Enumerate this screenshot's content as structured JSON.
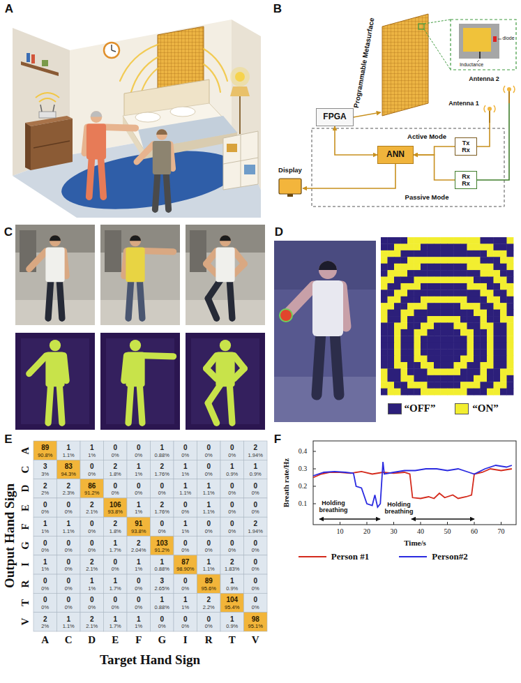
{
  "diagram": {
    "nodes": [
      {
        "text": [
          "FPGA"
        ]
      },
      {
        "text": [
          "ANN"
        ]
      },
      {
        "text": [
          "Tx",
          "Rx"
        ]
      },
      {
        "text": [
          "Rx",
          "Rx"
        ]
      }
    ],
    "edges": [
      {
        "from": 0,
        "to": 1,
        "arrow": "both"
      },
      {
        "from": 2,
        "to": 1,
        "arrow": "to"
      },
      {
        "from": 3,
        "to": 1,
        "arrow": "to"
      }
    ],
    "labels": [
      "A",
      "B",
      "C",
      "D",
      "E",
      "F",
      "Programmable Metasurface",
      "Inductance",
      "diode",
      "Antenna 1",
      "Antenna 2",
      "Active Mode",
      "Passive Mode",
      "Display",
      "Output Hand Sign",
      "A",
      "C",
      "D",
      "E",
      "F",
      "G",
      "I",
      "R",
      "T",
      "V",
      "A",
      "C",
      "D",
      "E",
      "F",
      "G",
      "I",
      "R",
      "T",
      "V",
      "Target Hand Sign",
      "89",
      "90.8%",
      "1",
      "1.1%",
      "1",
      "1%",
      "0",
      "0%",
      "0",
      "0%",
      "1",
      "0.88%",
      "0",
      "0%",
      "0",
      "0%",
      "0",
      "0%",
      "2",
      "1.94%",
      "3",
      "3%",
      "83",
      "94.3%",
      "0",
      "0%",
      "2",
      "1.8%",
      "1",
      "1%",
      "2",
      "1.76%",
      "1",
      "1%",
      "0",
      "0%",
      "1",
      "0.9%",
      "1",
      "0.9%",
      "2",
      "2%",
      "2",
      "2.3%",
      "86",
      "91.2%",
      "0",
      "0%",
      "0",
      "0%",
      "0",
      "0%",
      "1",
      "1.1%",
      "1",
      "1.1%",
      "0",
      "0%",
      "0",
      "0%",
      "0",
      "0%",
      "0",
      "0%",
      "2",
      "2.1%",
      "106",
      "93.8%",
      "1",
      "1%",
      "2",
      "1.76%",
      "0",
      "0%",
      "1",
      "1.1%",
      "0",
      "0%",
      "0",
      "0%",
      "1",
      "1%",
      "1",
      "1.1%",
      "0",
      "0%",
      "2",
      "1.8%",
      "91",
      "93.8%",
      "0",
      "0%",
      "1",
      "1%",
      "0",
      "0%",
      "0",
      "0%",
      "2",
      "1.94%",
      "0",
      "0%",
      "0",
      "0%",
      "0",
      "0%",
      "1",
      "1.7%",
      "2",
      "2.04%",
      "103",
      "91.2%",
      "0",
      "0%",
      "0",
      "0%",
      "0",
      "0%",
      "0",
      "0%",
      "1",
      "1%",
      "0",
      "0%",
      "2",
      "2.1%",
      "0",
      "0%",
      "1",
      "1%",
      "1",
      "0.88%",
      "87",
      "98.90%",
      "1",
      "1.1%",
      "2",
      "1.83%",
      "0",
      "0%",
      "0",
      "0%",
      "0",
      "0%",
      "1",
      "1%",
      "1",
      "1.7%",
      "0",
      "0%",
      "3",
      "2.65%",
      "0",
      "0%",
      "89",
      "95.6%",
      "1",
      "0.9%",
      "0",
      "0%",
      "0",
      "0%",
      "0",
      "0%",
      "0",
      "0%",
      "0",
      "0%",
      "0",
      "0%",
      "1",
      "0.88%",
      "1",
      "1%",
      "2",
      "2.2%",
      "104",
      "95.4%",
      "0",
      "0%",
      "2",
      "2%",
      "1",
      "1.1%",
      "2",
      "2.1%",
      "1",
      "1.7%",
      "1",
      "1%",
      "0",
      "0%",
      "0",
      "0%",
      "0",
      "0%",
      "1",
      "0.9%",
      "98",
      "95.1%",
      "Breath rate/Hz",
      "0.4",
      "0.3",
      "0.2",
      "0.1",
      "10",
      "20",
      "30",
      "40",
      "50",
      "60",
      "70",
      "Time/s",
      "Holding breathing",
      "Holding breathing"
    ],
    "legend": [
      {
        "text": "“OFF”",
        "color": "#2c1f7a"
      },
      {
        "text": "“ON”",
        "color": "#f2ee30"
      },
      {
        "text": "Person #1"
      },
      {
        "text": "Person#2"
      }
    ]
  }
}
